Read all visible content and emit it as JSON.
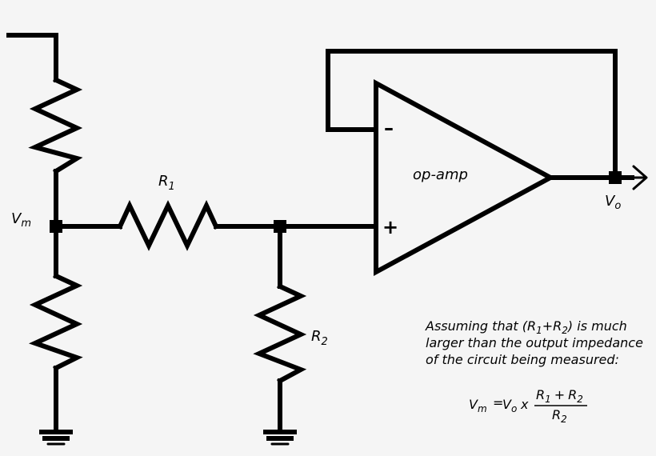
{
  "labels": {
    "vm_name": "V",
    "vm_sub": "m",
    "vo_name": "V",
    "vo_sub": "o",
    "r1_name": "R",
    "r1_sub": "1",
    "r2_name": "R",
    "r2_sub": "2",
    "opamp": "op-amp",
    "minus": "–",
    "plus": "+"
  },
  "note": {
    "line1_pre": "Assuming that (R",
    "line1_s1": "1",
    "line1_mid": "+R",
    "line1_s2": "2",
    "line1_post": ") is much",
    "line2": "larger than the output impedance",
    "line3": "of the circuit being measured:"
  },
  "formula": {
    "lhs_name": "V",
    "lhs_sub": "m",
    "eq": "=",
    "vo_name": "V",
    "vo_sub": "o",
    "times": "x",
    "num_r1": "R",
    "num_s1": "1",
    "num_plus": "+",
    "num_r2": "R",
    "num_s2": "2",
    "den_r": "R",
    "den_s": "2"
  }
}
